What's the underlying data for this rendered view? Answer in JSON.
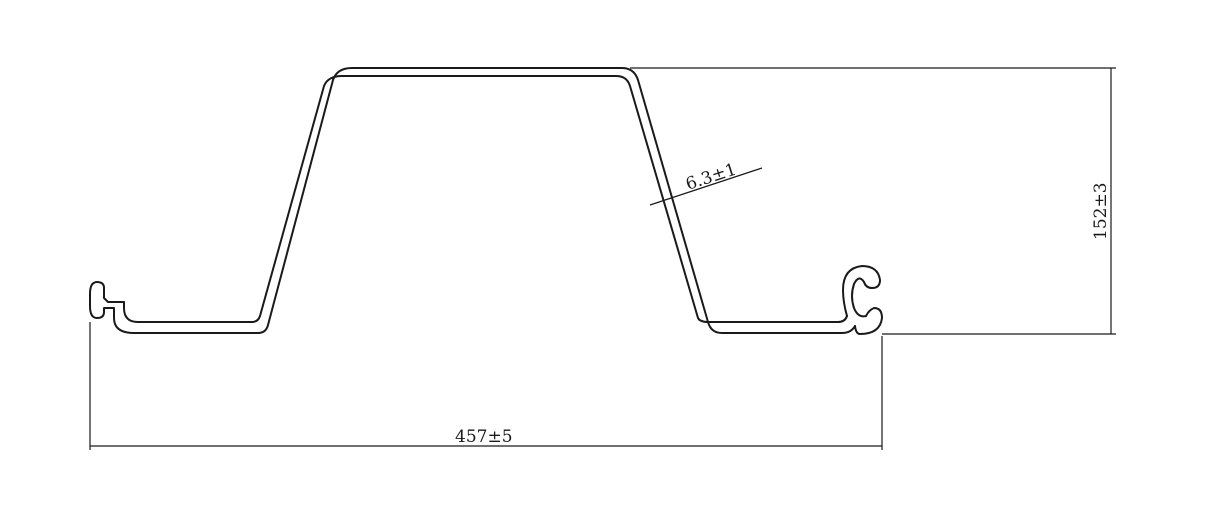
{
  "diagram": {
    "type": "sheet-pile-cross-section",
    "line_color": "#1a1a1a",
    "background": "#ffffff",
    "dimensions": {
      "width_label": "457±5",
      "height_label": "152±3",
      "thickness_label": "6.3±1"
    }
  }
}
